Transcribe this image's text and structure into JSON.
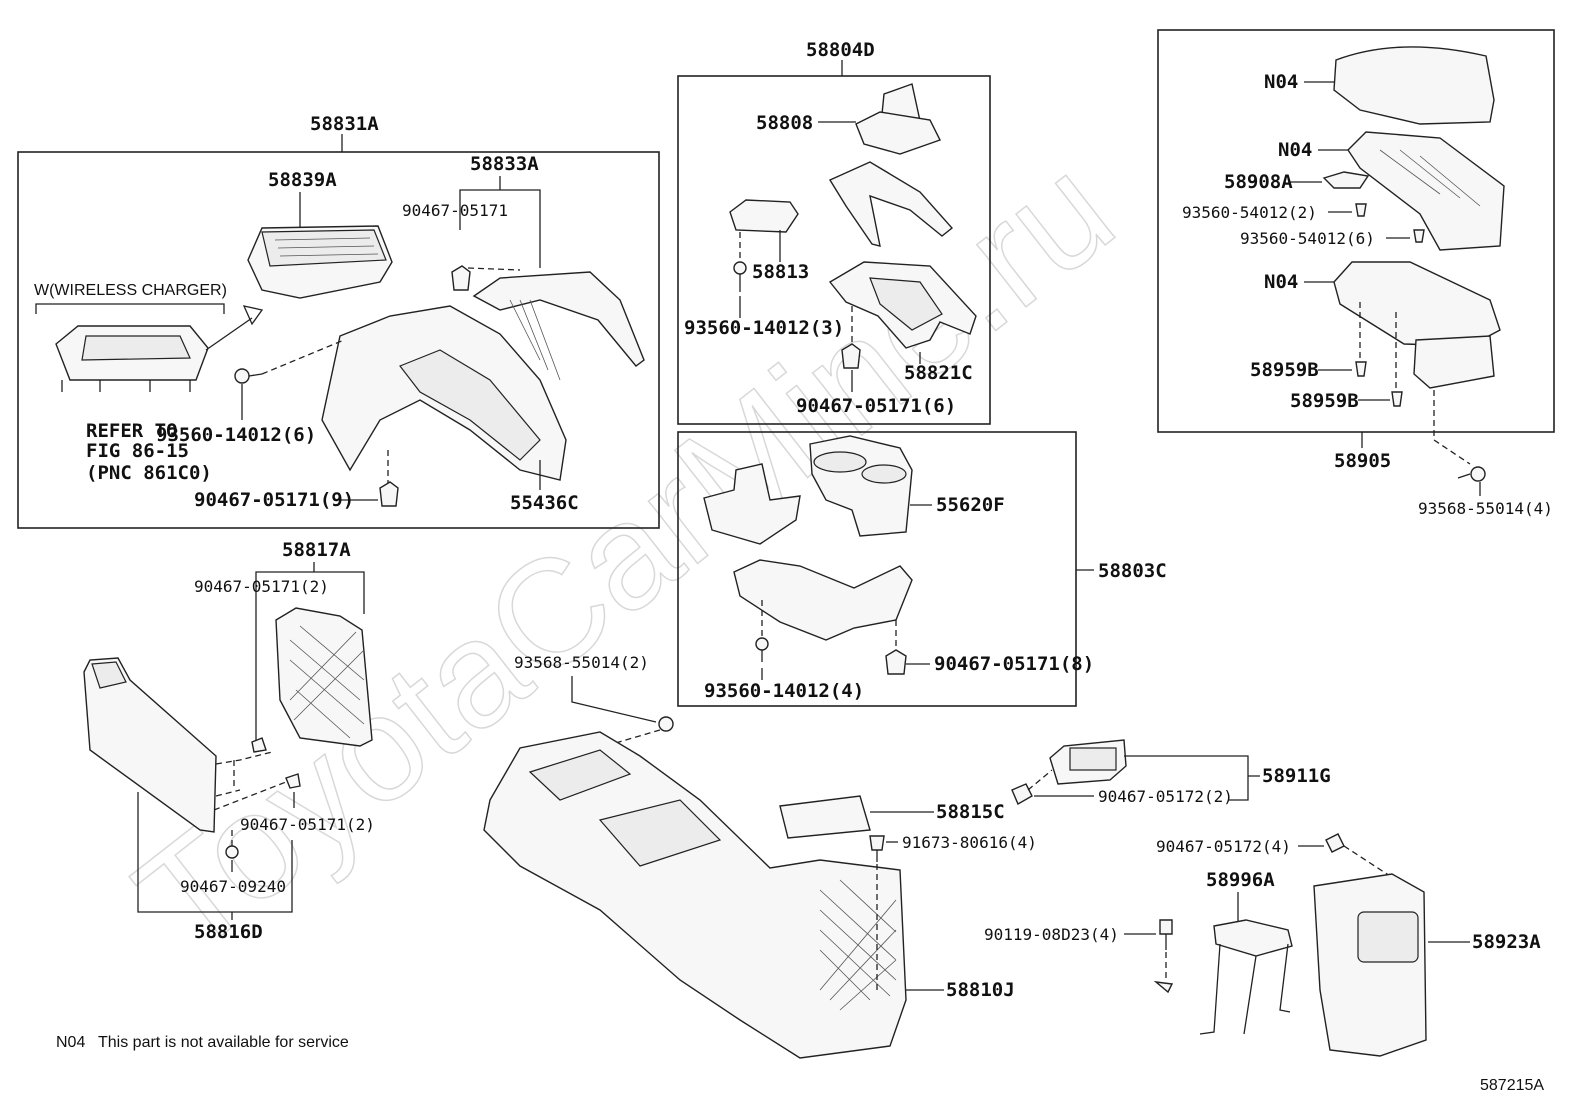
{
  "watermark": "ToyotaCarMine.ru",
  "figure_id": "587215A",
  "footnote": {
    "code": "N04",
    "text": "This part is not available for service"
  },
  "labels": {
    "l58831A": "58831A",
    "l58839A": "58839A",
    "l58833A": "58833A",
    "l90467_05171_a": "90467-05171",
    "lWireless": "W(WIRELESS CHARGER)",
    "lRefer1": "REFER TO",
    "lRefer2": "FIG 86-15",
    "lRefer3": "(PNC 861C0)",
    "l93560_14012_6": "93560-14012(6)",
    "l90467_05171_9": "90467-05171(9)",
    "l55436C": "55436C",
    "l58804D": "58804D",
    "l58808": "58808",
    "l58813": "58813",
    "l93560_14012_3": "93560-14012(3)",
    "l58821C": "58821C",
    "l90467_05171_6": "90467-05171(6)",
    "l55620F": "55620F",
    "l58803C": "58803C",
    "l90467_05171_8": "90467-05171(8)",
    "l93560_14012_4": "93560-14012(4)",
    "lN04_a": "N04",
    "lN04_b": "N04",
    "l58908A": "58908A",
    "l93560_54012_2": "93560-54012(2)",
    "l93560_54012_6": "93560-54012(6)",
    "lN04_c": "N04",
    "l58959B_a": "58959B",
    "l58959B_b": "58959B",
    "l58905": "58905",
    "l93568_55014_4": "93568-55014(4)",
    "l58817A": "58817A",
    "l90467_05171_2a": "90467-05171(2)",
    "l90467_05171_2b": "90467-05171(2)",
    "l90467_09240": "90467-09240",
    "l58816D": "58816D",
    "l93568_55014_2": "93568-55014(2)",
    "l58815C": "58815C",
    "l91673_80616_4": "91673-80616(4)",
    "l58810J": "58810J",
    "l58911G": "58911G",
    "l90467_05172_2": "90467-05172(2)",
    "l90467_05172_4": "90467-05172(4)",
    "l58996A": "58996A",
    "l90119_08D23_4": "90119-08D23(4)",
    "l58923A": "58923A"
  }
}
